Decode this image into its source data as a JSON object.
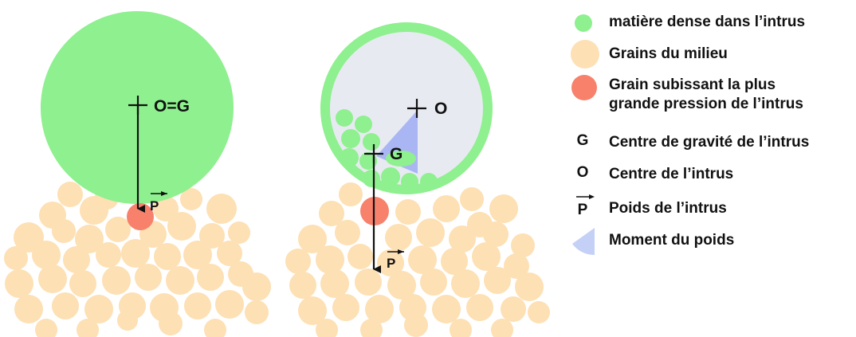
{
  "colors": {
    "intruder_dense": "#8ef08e",
    "intruder_light": "#e8eaf2",
    "grain": "#fde0b4",
    "pressure_grain": "#f7816b",
    "moment": "#aab6f4",
    "arrow": "#111111"
  },
  "diagram": {
    "left": {
      "center_label": "O=G",
      "weight_label": "P"
    },
    "right": {
      "o_label": "O",
      "g_label": "G",
      "weight_label": "P"
    }
  },
  "legend": [
    {
      "symbol": "green-dot",
      "text": "matière dense dans l’intrus"
    },
    {
      "symbol": "beige-dot",
      "text": "Grains du milieu"
    },
    {
      "symbol": "red-dot",
      "text": "Grain subissant la plus grande pression de l’intrus"
    },
    {
      "symbol": "letter",
      "letter": "G",
      "text": "Centre de gravité de l’intrus"
    },
    {
      "symbol": "letter",
      "letter": "O",
      "text": "Centre de l’intrus"
    },
    {
      "symbol": "vector",
      "letter": "P",
      "text": "Poids de l’intrus"
    },
    {
      "symbol": "moment-wedge",
      "text": "Moment du poids"
    }
  ]
}
